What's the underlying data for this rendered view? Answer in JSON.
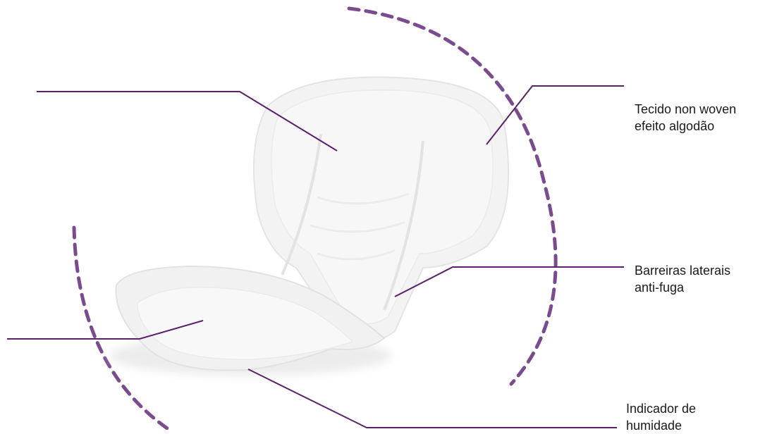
{
  "colors": {
    "leader_line": "#5b1f6b",
    "dashed_arc": "#7a4b8f",
    "product_fill": "#f4f4f4",
    "product_shadow": "#e2e2e2"
  },
  "callouts": {
    "nonwoven": {
      "line1": "Tecido non woven",
      "line2": "efeito algodão"
    },
    "barriers": {
      "line1": "Barreiras laterais",
      "line2": "anti-fuga"
    },
    "indicator": {
      "line1": "Indicador de",
      "line2": "humidade"
    }
  }
}
